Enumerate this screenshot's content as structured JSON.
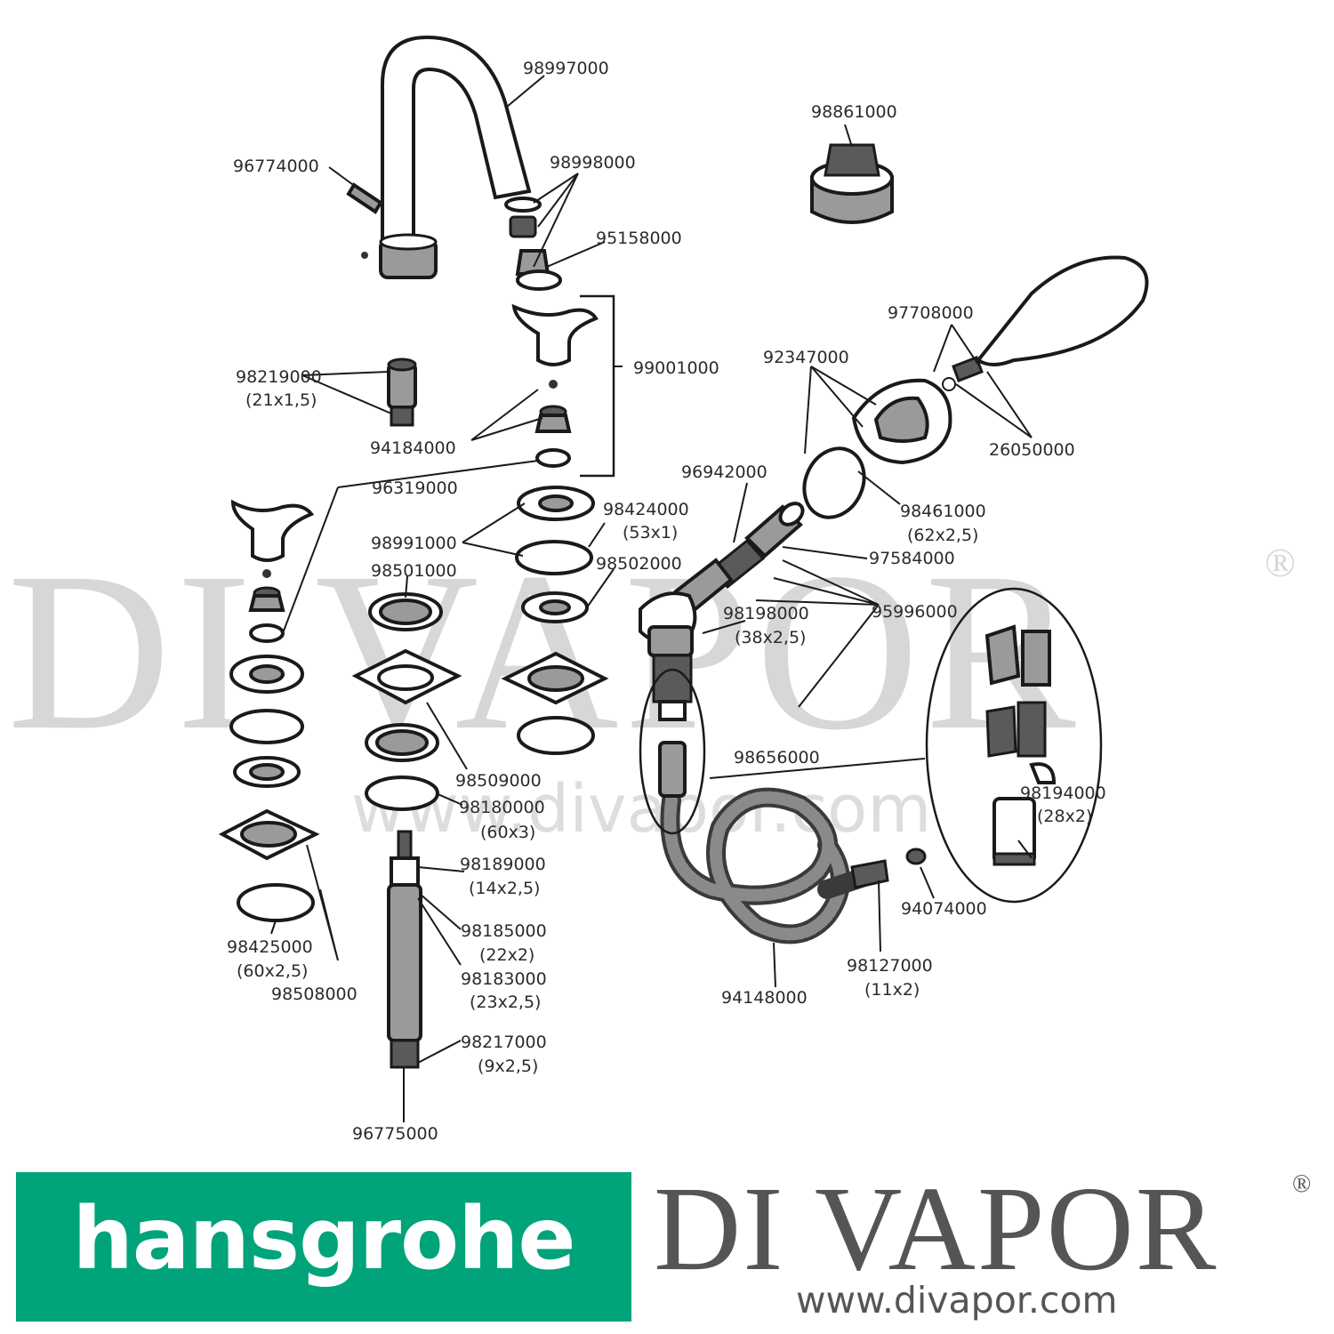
{
  "watermark": {
    "brand": "DI VAPOR",
    "registered_mark": "®",
    "url": "www.divapor.com"
  },
  "parts": [
    {
      "id": "98997000",
      "note": ""
    },
    {
      "id": "98861000",
      "note": ""
    },
    {
      "id": "96774000",
      "note": ""
    },
    {
      "id": "98998000",
      "note": ""
    },
    {
      "id": "95158000",
      "note": ""
    },
    {
      "id": "97708000",
      "note": ""
    },
    {
      "id": "92347000",
      "note": ""
    },
    {
      "id": "98219000",
      "note": "(21x1,5)"
    },
    {
      "id": "99001000",
      "note": ""
    },
    {
      "id": "26050000",
      "note": ""
    },
    {
      "id": "94184000",
      "note": ""
    },
    {
      "id": "96942000",
      "note": ""
    },
    {
      "id": "96319000",
      "note": ""
    },
    {
      "id": "98424000",
      "note": "(53x1)"
    },
    {
      "id": "98461000",
      "note": "(62x2,5)"
    },
    {
      "id": "98991000",
      "note": ""
    },
    {
      "id": "98502000",
      "note": ""
    },
    {
      "id": "97584000",
      "note": ""
    },
    {
      "id": "98501000",
      "note": ""
    },
    {
      "id": "98198000",
      "note": "(38x2,5)"
    },
    {
      "id": "95996000",
      "note": ""
    },
    {
      "id": "98656000",
      "note": ""
    },
    {
      "id": "98509000",
      "note": ""
    },
    {
      "id": "98194000",
      "note": "(28x2)"
    },
    {
      "id": "98180000",
      "note": "(60x3)"
    },
    {
      "id": "98189000",
      "note": "(14x2,5)"
    },
    {
      "id": "94074000",
      "note": ""
    },
    {
      "id": "98185000",
      "note": "(22x2)"
    },
    {
      "id": "98425000",
      "note": "(60x2,5)"
    },
    {
      "id": "98127000",
      "note": "(11x2)"
    },
    {
      "id": "98183000",
      "note": "(23x2,5)"
    },
    {
      "id": "98508000",
      "note": ""
    },
    {
      "id": "94148000",
      "note": ""
    },
    {
      "id": "98217000",
      "note": "(9x2,5)"
    },
    {
      "id": "96775000",
      "note": ""
    }
  ],
  "footer": {
    "hansgrohe": "hansgrohe",
    "divapor_name": "DI VAPOR",
    "divapor_reg": "®",
    "divapor_url": "www.divapor.com"
  },
  "colors": {
    "hansgrohe_green": "#00a37a",
    "divapor_grey": "#555555",
    "watermark_grey": "#d7d7d7"
  }
}
